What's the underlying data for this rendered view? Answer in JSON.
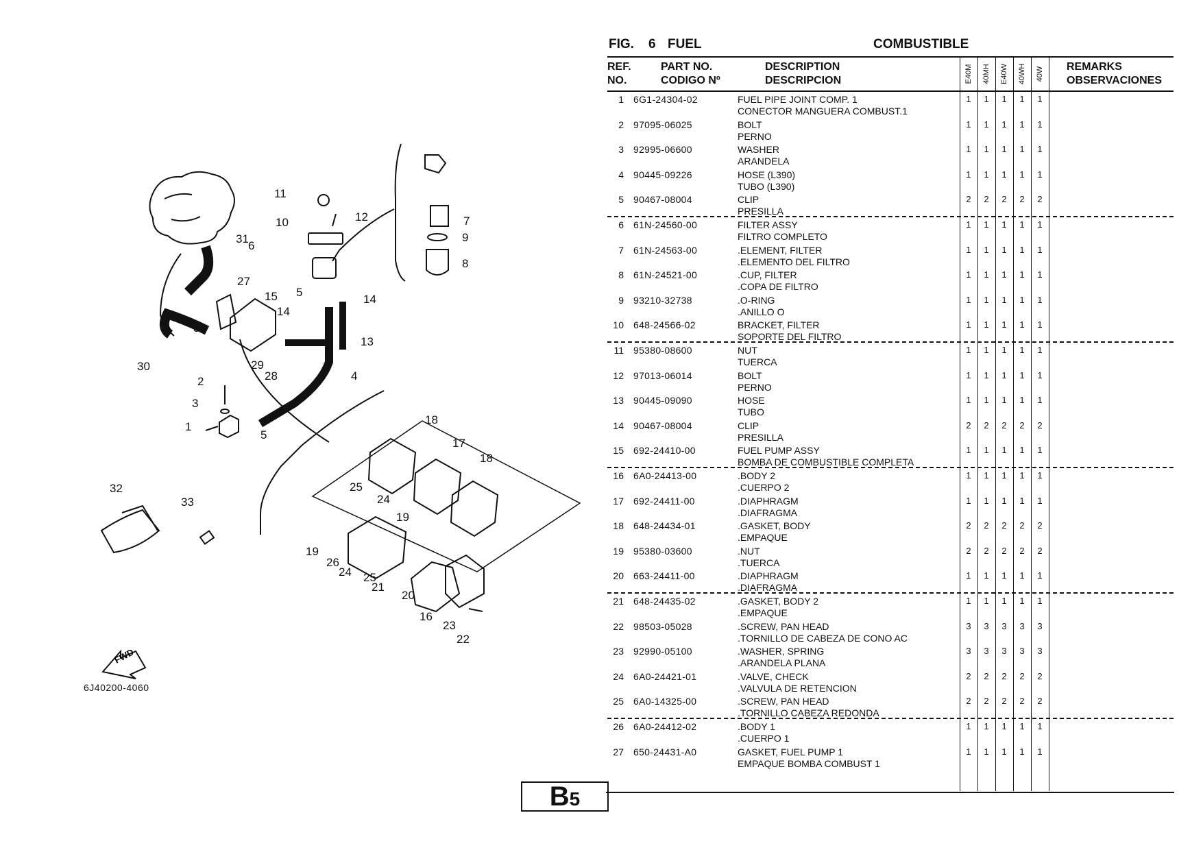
{
  "figure": {
    "fig_label": "FIG.",
    "fig_number": "6",
    "title_en": "FUEL",
    "title_es": "COMBUSTIBLE",
    "diagram_code": "6J40200-4060",
    "fwd_label": "FWD",
    "callouts": [
      "1",
      "2",
      "3",
      "4",
      "5",
      "5",
      "6",
      "7",
      "8",
      "9",
      "10",
      "11",
      "12",
      "13",
      "14",
      "14",
      "15",
      "16",
      "17",
      "18",
      "18",
      "19",
      "19",
      "20",
      "21",
      "22",
      "23",
      "24",
      "24",
      "25",
      "25",
      "26",
      "27",
      "28",
      "29",
      "30",
      "31",
      "31",
      "32",
      "33"
    ]
  },
  "table": {
    "headers": {
      "ref_en": "REF.",
      "ref_es": "NO.",
      "part_en": "PART NO.",
      "part_es": "CODIGO Nº",
      "desc_en": "DESCRIPTION",
      "desc_es": "DESCRIPCION",
      "remarks_en": "REMARKS",
      "remarks_es": "OBSERVACIONES"
    },
    "models": [
      "E40M",
      "40MH",
      "E40W",
      "40WH",
      "40W"
    ],
    "rows": [
      {
        "ref": "1",
        "part": "6G1-24304-02",
        "d1": "FUEL PIPE JOINT COMP. 1",
        "d2": "CONECTOR MANGUERA COMBUST.1",
        "q": [
          "1",
          "1",
          "1",
          "1",
          "1"
        ]
      },
      {
        "ref": "2",
        "part": "97095-06025",
        "d1": "BOLT",
        "d2": "PERNO",
        "q": [
          "1",
          "1",
          "1",
          "1",
          "1"
        ]
      },
      {
        "ref": "3",
        "part": "92995-06600",
        "d1": "WASHER",
        "d2": "ARANDELA",
        "q": [
          "1",
          "1",
          "1",
          "1",
          "1"
        ]
      },
      {
        "ref": "4",
        "part": "90445-09226",
        "d1": "HOSE (L390)",
        "d2": "TUBO (L390)",
        "q": [
          "1",
          "1",
          "1",
          "1",
          "1"
        ]
      },
      {
        "ref": "5",
        "part": "90467-08004",
        "d1": "CLIP",
        "d2": "PRESILLA",
        "q": [
          "2",
          "2",
          "2",
          "2",
          "2"
        ]
      },
      {
        "ref": "6",
        "part": "61N-24560-00",
        "d1": "FILTER ASSY",
        "d2": "FILTRO COMPLETO",
        "q": [
          "1",
          "1",
          "1",
          "1",
          "1"
        ]
      },
      {
        "ref": "7",
        "part": "61N-24563-00",
        "d1": ".ELEMENT, FILTER",
        "d2": ".ELEMENTO DEL FILTRO",
        "q": [
          "1",
          "1",
          "1",
          "1",
          "1"
        ]
      },
      {
        "ref": "8",
        "part": "61N-24521-00",
        "d1": ".CUP, FILTER",
        "d2": ".COPA DE FILTRO",
        "q": [
          "1",
          "1",
          "1",
          "1",
          "1"
        ]
      },
      {
        "ref": "9",
        "part": "93210-32738",
        "d1": ".O-RING",
        "d2": ".ANILLO O",
        "q": [
          "1",
          "1",
          "1",
          "1",
          "1"
        ]
      },
      {
        "ref": "10",
        "part": "648-24566-02",
        "d1": "BRACKET, FILTER",
        "d2": "SOPORTE DEL FILTRO",
        "q": [
          "1",
          "1",
          "1",
          "1",
          "1"
        ]
      },
      {
        "ref": "11",
        "part": "95380-08600",
        "d1": "NUT",
        "d2": "TUERCA",
        "q": [
          "1",
          "1",
          "1",
          "1",
          "1"
        ]
      },
      {
        "ref": "12",
        "part": "97013-06014",
        "d1": "BOLT",
        "d2": "PERNO",
        "q": [
          "1",
          "1",
          "1",
          "1",
          "1"
        ]
      },
      {
        "ref": "13",
        "part": "90445-09090",
        "d1": "HOSE",
        "d2": "TUBO",
        "q": [
          "1",
          "1",
          "1",
          "1",
          "1"
        ]
      },
      {
        "ref": "14",
        "part": "90467-08004",
        "d1": "CLIP",
        "d2": "PRESILLA",
        "q": [
          "2",
          "2",
          "2",
          "2",
          "2"
        ]
      },
      {
        "ref": "15",
        "part": "692-24410-00",
        "d1": "FUEL PUMP ASSY",
        "d2": "BOMBA DE COMBUSTIBLE COMPLETA",
        "q": [
          "1",
          "1",
          "1",
          "1",
          "1"
        ]
      },
      {
        "ref": "16",
        "part": "6A0-24413-00",
        "d1": ".BODY 2",
        "d2": ".CUERPO 2",
        "q": [
          "1",
          "1",
          "1",
          "1",
          "1"
        ]
      },
      {
        "ref": "17",
        "part": "692-24411-00",
        "d1": ".DIAPHRAGM",
        "d2": ".DIAFRAGMA",
        "q": [
          "1",
          "1",
          "1",
          "1",
          "1"
        ]
      },
      {
        "ref": "18",
        "part": "648-24434-01",
        "d1": ".GASKET, BODY",
        "d2": ".EMPAQUE",
        "q": [
          "2",
          "2",
          "2",
          "2",
          "2"
        ]
      },
      {
        "ref": "19",
        "part": "95380-03600",
        "d1": ".NUT",
        "d2": ".TUERCA",
        "q": [
          "2",
          "2",
          "2",
          "2",
          "2"
        ]
      },
      {
        "ref": "20",
        "part": "663-24411-00",
        "d1": ".DIAPHRAGM",
        "d2": ".DIAFRAGMA",
        "q": [
          "1",
          "1",
          "1",
          "1",
          "1"
        ]
      },
      {
        "ref": "21",
        "part": "648-24435-02",
        "d1": ".GASKET, BODY 2",
        "d2": ".EMPAQUE",
        "q": [
          "1",
          "1",
          "1",
          "1",
          "1"
        ]
      },
      {
        "ref": "22",
        "part": "98503-05028",
        "d1": ".SCREW, PAN HEAD",
        "d2": ".TORNILLO DE CABEZA DE CONO AC",
        "q": [
          "3",
          "3",
          "3",
          "3",
          "3"
        ]
      },
      {
        "ref": "23",
        "part": "92990-05100",
        "d1": ".WASHER, SPRING",
        "d2": ".ARANDELA PLANA",
        "q": [
          "3",
          "3",
          "3",
          "3",
          "3"
        ]
      },
      {
        "ref": "24",
        "part": "6A0-24421-01",
        "d1": ".VALVE, CHECK",
        "d2": ".VALVULA DE RETENCION",
        "q": [
          "2",
          "2",
          "2",
          "2",
          "2"
        ]
      },
      {
        "ref": "25",
        "part": "6A0-14325-00",
        "d1": ".SCREW, PAN HEAD",
        "d2": ".TORNILLO  CABEZA REDONDA",
        "q": [
          "2",
          "2",
          "2",
          "2",
          "2"
        ]
      },
      {
        "ref": "26",
        "part": "6A0-24412-02",
        "d1": ".BODY 1",
        "d2": ".CUERPO 1",
        "q": [
          "1",
          "1",
          "1",
          "1",
          "1"
        ]
      },
      {
        "ref": "27",
        "part": "650-24431-A0",
        "d1": "GASKET, FUEL PUMP 1",
        "d2": "EMPAQUE BOMBA COMBUST 1",
        "q": [
          "1",
          "1",
          "1",
          "1",
          "1"
        ]
      }
    ]
  },
  "page": {
    "section_letter": "B",
    "section_number": "5"
  }
}
